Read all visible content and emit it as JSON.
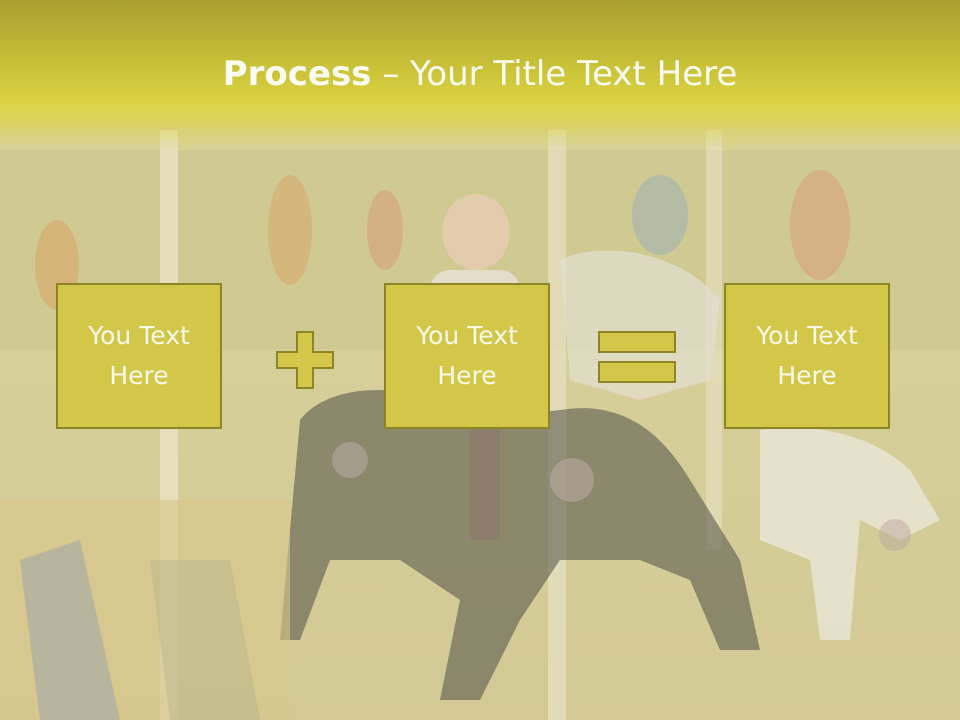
{
  "slide": {
    "title_bold": "Process",
    "title_rest": " – Your Title Text Here",
    "boxes": [
      {
        "text": "You Text\nHere"
      },
      {
        "text": "You Text\nHere"
      },
      {
        "text": "You Text\nHere"
      }
    ],
    "operators": [
      "plus-icon",
      "equals-icon"
    ],
    "colors": {
      "title_bar": "#c6be36",
      "box_fill": "#d3c74a",
      "box_border": "#8d8526",
      "text": "#fbfae9"
    }
  }
}
